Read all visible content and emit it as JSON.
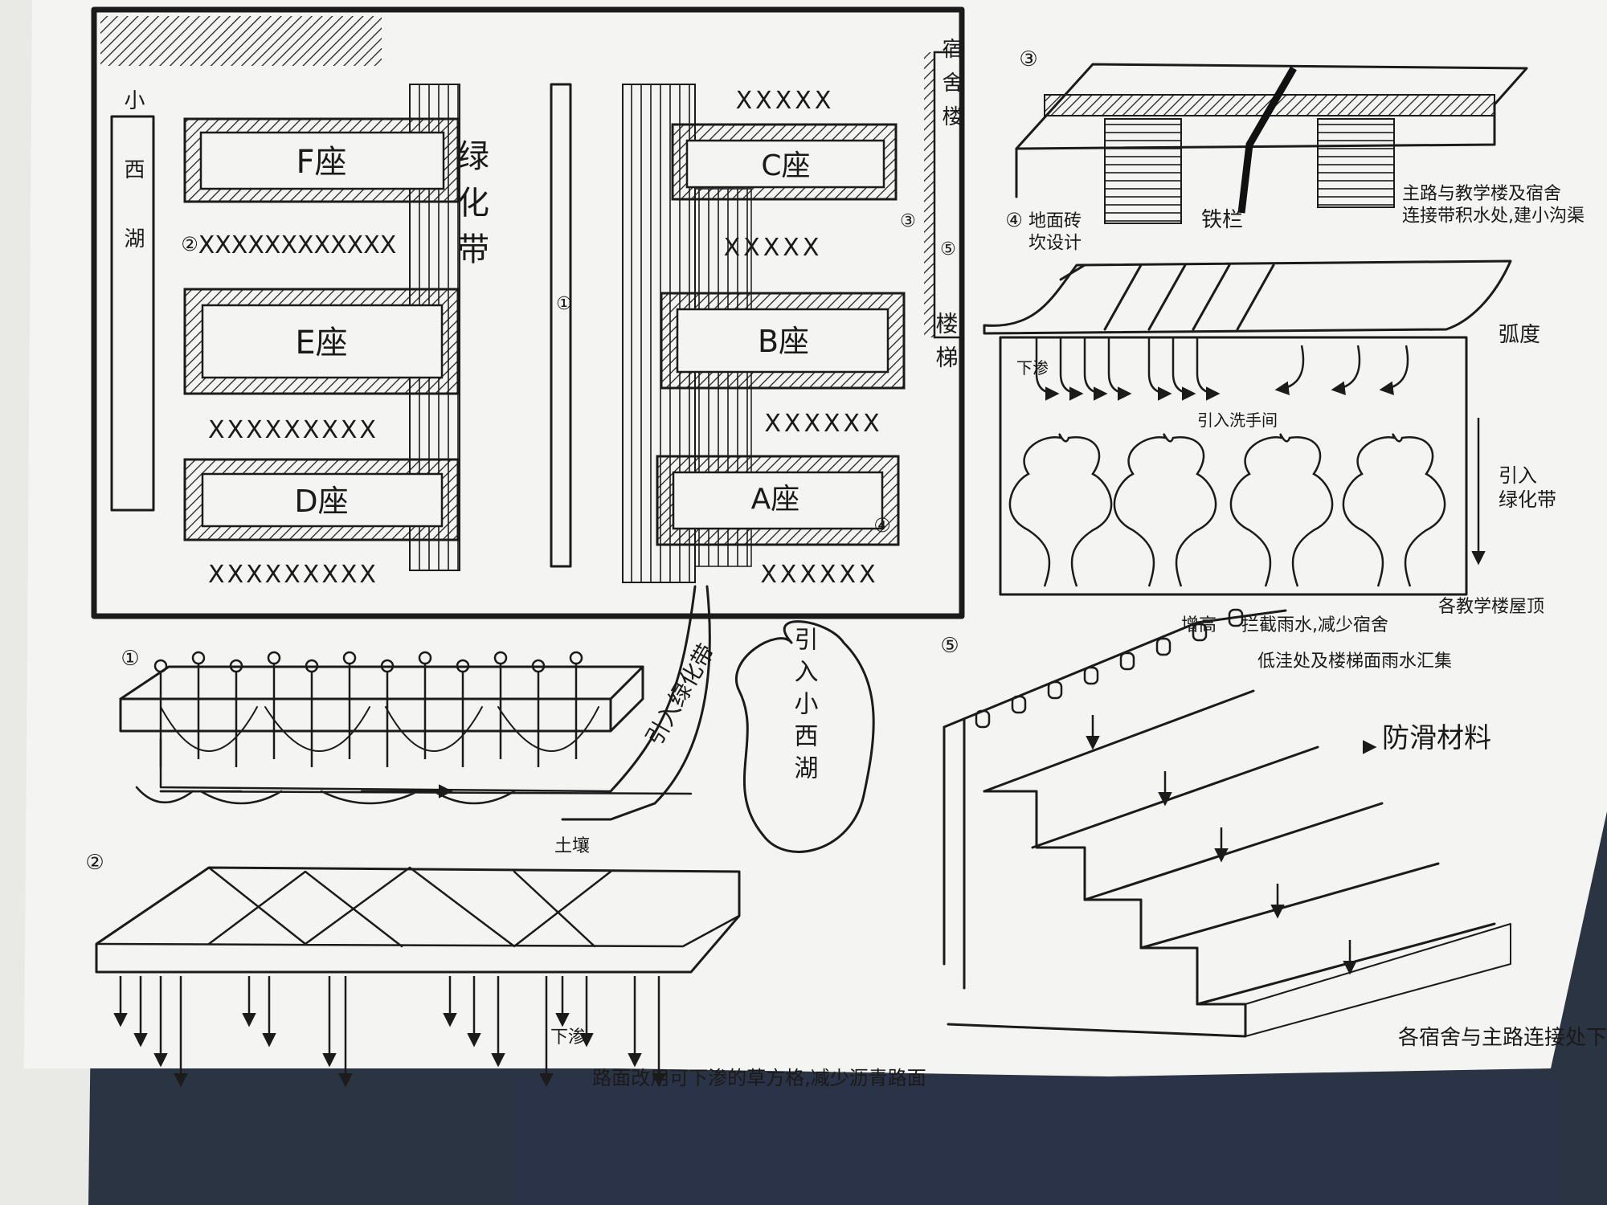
{
  "plan": {
    "buildings": {
      "f": "F座",
      "e": "E座",
      "d": "D座",
      "c": "C座",
      "b": "B座",
      "a": "A座"
    },
    "lake_label": "小西湖",
    "green_belt_label": "绿化带",
    "dorm_label": "宿舍楼",
    "stairs_label": "楼梯",
    "markers": {
      "m1": "①",
      "m2": "②",
      "m3": "③",
      "m4": "④",
      "m5": "⑤"
    },
    "x_rows": {
      "short": "XXXXX",
      "medium": "XXXXXX",
      "long": "XXXXXXXXX",
      "zigzag": "XXXXXXXXXXXX"
    }
  },
  "detail1": {
    "number": "①",
    "to_green_belt": "引入绿化带",
    "pond_label": "引入小西湖"
  },
  "detail2": {
    "number": "②",
    "soil_label": "土壤",
    "seep_label": "下渗",
    "caption": "路面改用可下渗的草方格,减少沥青路面"
  },
  "detail3": {
    "number": "③",
    "tile_note": "地面砖\n坎设计",
    "grille_label": "铁栏",
    "title_note": "主路与教学楼及宿舍\n连接带积水处,建小沟渠"
  },
  "detail4": {
    "number": "④",
    "arc_label": "弧度",
    "seep_label": "下渗",
    "restroom_label": "引入洗手间",
    "green_label": "引入\n绿化带",
    "caption": "各教学楼屋顶"
  },
  "detail5": {
    "number": "⑤",
    "raise_label": "增高",
    "intercept_note": "拦截雨水,减少宿舍",
    "collect_note": "低洼处及楼梯面雨水汇集",
    "antislip_label": "防滑材料",
    "caption": "各宿舍与主路连接处下"
  },
  "colors": {
    "ink": "#1b1b1b",
    "paper": "#f4f4f2",
    "desk": "#2b3442"
  }
}
